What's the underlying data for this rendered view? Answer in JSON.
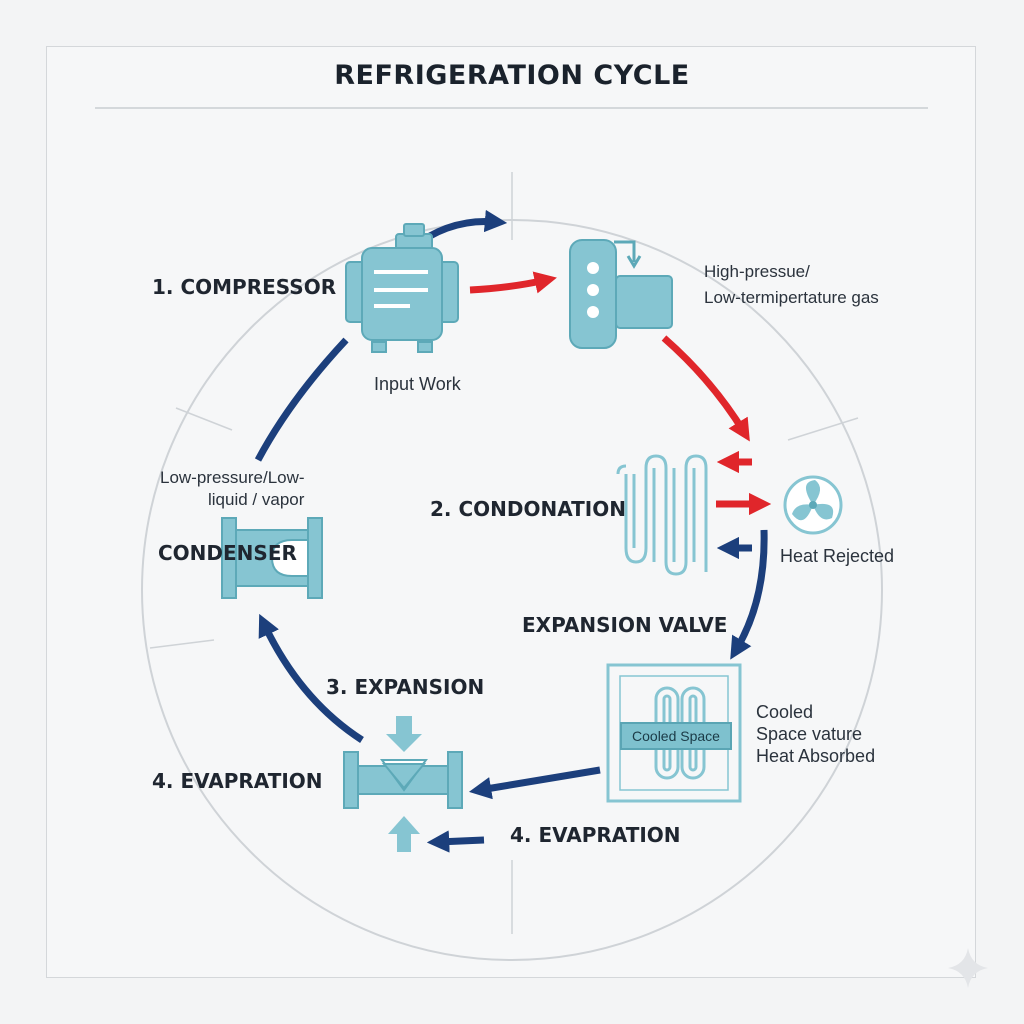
{
  "title": "REFRIGERATION CYCLE",
  "steps": {
    "compressor": "1. COMPRESSOR",
    "condonation": "2. CONDONATION",
    "expansion_valve": "EXPANSION VALVE",
    "expansion": "3. EXPANSION",
    "evapration_left": "4. EVAPRATION",
    "evapration_bottom": "4. EVAPRATION",
    "condenser": "CONDENSER"
  },
  "notes": {
    "input_work": "Input Work",
    "gas_line1": "High-pressue/",
    "gas_line2": "Low-termipertature gas",
    "low_line1": "Low-pressure/Low-",
    "low_line2": "liquid / vapor",
    "heat_rejected": "Heat Rejected",
    "cooled_line1": "Cooled",
    "cooled_line2": "Space vature",
    "cooled_line3": "Heat Absorbed",
    "cooled_space_tag": "Cooled Space"
  },
  "colors": {
    "hot": "#e0262b",
    "cold": "#1c3f7c",
    "equipment": "#86c5d2",
    "equipment_stroke": "#5da9b8"
  },
  "icons": [
    "compressor-icon",
    "condenser-coil-icon",
    "fan-icon",
    "evaporator-icon",
    "expansion-valve-icon",
    "condenser-pipe-icon",
    "tank-icon"
  ]
}
